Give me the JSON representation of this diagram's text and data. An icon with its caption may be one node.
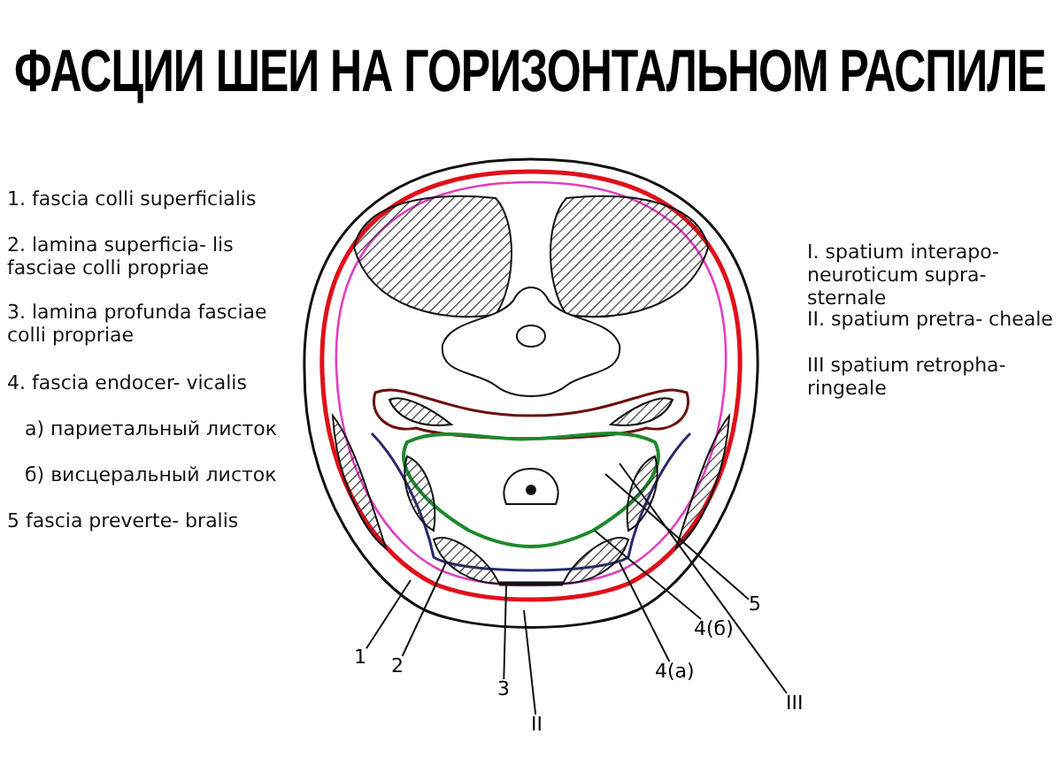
{
  "diagram": {
    "title": "ФАСЦИИ ШЕИ НА ГОРИЗОНТАЛЬНОМ РАСПИЛЕ",
    "nodes": [
      {
        "text": [
          "1"
        ]
      },
      {
        "text": [
          "2"
        ]
      },
      {
        "text": [
          "3"
        ]
      },
      {
        "text": [
          "II"
        ]
      },
      {
        "text": [
          "4(а)"
        ]
      },
      {
        "text": [
          "4(б)"
        ]
      },
      {
        "text": [
          "5"
        ]
      },
      {
        "text": [
          "III"
        ]
      }
    ],
    "edges": [
      {
        "from": 0,
        "to": null,
        "arrow": "none"
      },
      {
        "from": 1,
        "to": null,
        "arrow": "none"
      },
      {
        "from": 2,
        "to": null,
        "arrow": "none"
      },
      {
        "from": 3,
        "to": null,
        "arrow": "none"
      },
      {
        "from": 4,
        "to": null,
        "arrow": "none"
      },
      {
        "from": 5,
        "to": null,
        "arrow": "none"
      },
      {
        "from": 6,
        "to": null,
        "arrow": "none"
      },
      {
        "from": 7,
        "to": null,
        "arrow": "none"
      }
    ],
    "labels": [
      "1. fascia colli superficialis",
      "2. lamina superficia- lis fasciae colli propriae",
      "3. lamina profunda fasciae colli propriae",
      "4. fascia endocer- vicalis",
      "а) париетальный листок",
      "б) висцеральный листок",
      "5 fascia preverte- bralis",
      "I. spatium interapo- neuroticum supra- sternale",
      "II. spatium pretra- cheale",
      "III spatium retropha- ringeale"
    ]
  }
}
